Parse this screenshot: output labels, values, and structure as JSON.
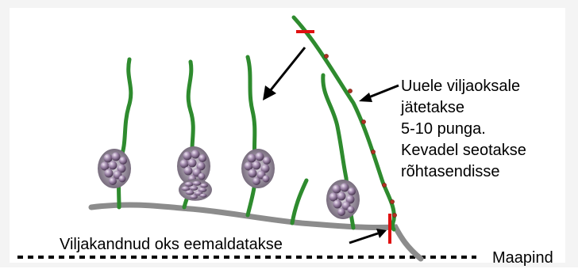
{
  "annotations": {
    "new_shoot_note": [
      "Uuele viljaoksale",
      "jätetakse",
      "5-10 punga.",
      "Kevadel seotakse",
      "rõhtasendisse"
    ],
    "removed_branch": "Viljakandnud oks eemaldatakse",
    "ground": "Maapind"
  },
  "colors": {
    "shoot": "#2e8b2e",
    "cane": "#8c8c8c",
    "cut_mark": "#e01010",
    "bud": "#b03020",
    "grape": "#8a6f96"
  },
  "icons": [
    "grape-cluster-icon"
  ]
}
